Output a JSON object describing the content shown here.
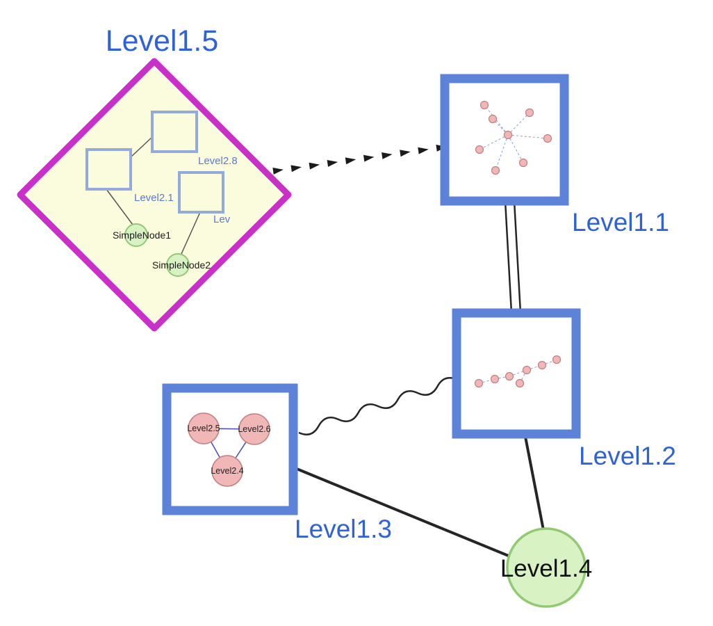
{
  "colors": {
    "label_blue": "#2f62d8",
    "node_border_blue": "#5c83d8",
    "diamond_magenta": "#c92fc9",
    "diamond_fill": "#fbfbdd",
    "inner_square_border": "#93abdc",
    "green_fill": "#d9f2c4",
    "green_stroke": "#92c973",
    "pink_fill": "#f1b6b6",
    "pink_stroke": "#c28080",
    "inner_edge_blue": "#4646c8",
    "mini_edge_blue": "#8a9bd8",
    "edge_dark": "#252525"
  },
  "nodes": {
    "level15": {
      "label": "Level1.5"
    },
    "level11": {
      "label": "Level1.1"
    },
    "level12": {
      "label": "Level1.2"
    },
    "level13": {
      "label": "Level1.3"
    },
    "level14": {
      "label": "Level1.4"
    }
  },
  "level15_children": {
    "level28": {
      "label": "Level2.8"
    },
    "level21": {
      "label": "Level2.1"
    },
    "lev": {
      "label": "Lev"
    },
    "simplenode1": {
      "label": "SimpleNode1"
    },
    "simplenode2": {
      "label": "SimpleNode2"
    }
  },
  "level13_children": {
    "level25": {
      "label": "Level2.5"
    },
    "level26": {
      "label": "Level2.6"
    },
    "level24": {
      "label": "Level2.4"
    }
  }
}
